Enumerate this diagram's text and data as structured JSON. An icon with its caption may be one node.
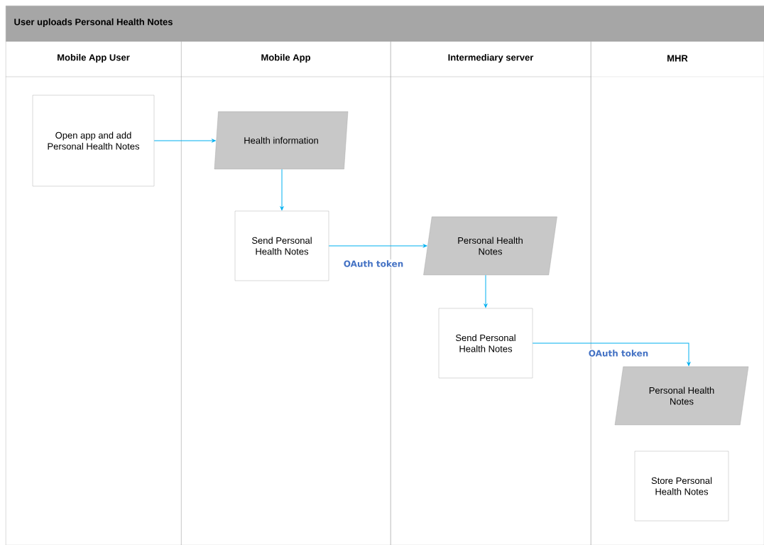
{
  "diagram": {
    "title": "User uploads Personal Health Notes",
    "nodes": [
      {
        "text": [
          "Mobile App User"
        ]
      },
      {
        "text": [
          "Mobile App"
        ]
      },
      {
        "text": [
          "Intermediary server"
        ]
      },
      {
        "text": [
          "MHR"
        ]
      },
      {
        "text": [
          "Open app and add Personal Health Notes"
        ],
        "in": 0
      },
      {
        "text": [
          "Health information"
        ],
        "in": 1
      },
      {
        "text": [
          "Send Personal Health Notes"
        ],
        "in": 1
      },
      {
        "text": [
          "Personal Health Notes"
        ],
        "in": 2
      },
      {
        "text": [
          "Send Personal Health Notes"
        ],
        "in": 2
      },
      {
        "text": [
          "Personal Health Notes"
        ],
        "in": 3
      },
      {
        "text": [
          "Store Personal Health Notes"
        ],
        "in": 3
      }
    ],
    "edges": [
      {
        "from": 4,
        "to": 5,
        "arrow": "to"
      },
      {
        "from": 5,
        "to": 6,
        "arrow": "to"
      },
      {
        "from": 6,
        "to": 7,
        "arrow": "to",
        "label": "OAuth token"
      },
      {
        "from": 7,
        "to": 8,
        "arrow": "to"
      },
      {
        "from": 8,
        "to": 9,
        "arrow": "to",
        "label": "OAuth token"
      }
    ]
  }
}
